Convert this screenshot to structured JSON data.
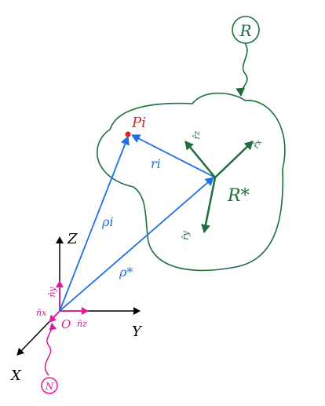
{
  "colors": {
    "black": "#000000",
    "blue": "#1f6fe5",
    "green": "#1d6e3a",
    "magenta": "#e0189b",
    "red": "#e02020"
  },
  "labels": {
    "axis_x": "X",
    "axis_y": "Y",
    "axis_z": "Z",
    "origin": "O",
    "frame_n": "N",
    "unit_nx": "n̂x",
    "unit_ny": "n̂y",
    "unit_nz": "n̂z",
    "body_r": "R",
    "body_point": "R*",
    "particle": "Pi",
    "vec_rho_i": "ρi",
    "vec_rho_star": "ρ*",
    "vec_r_i": "ri",
    "unit_rx": "r̂x",
    "unit_ry": "r̂y",
    "unit_rz": "r̂z"
  }
}
